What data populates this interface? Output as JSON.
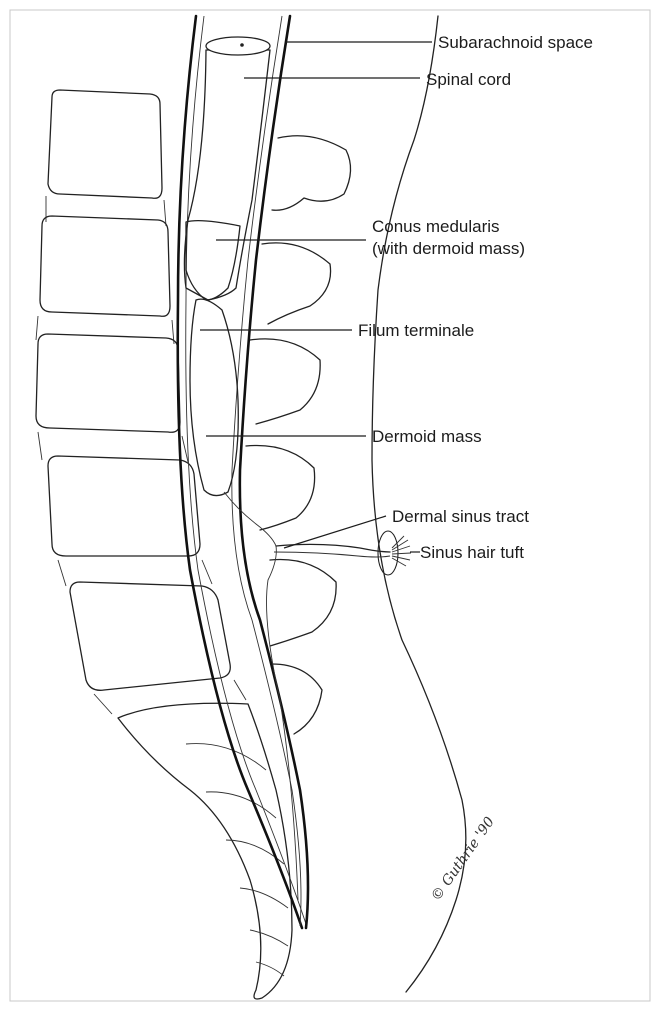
{
  "labels": {
    "subarachnoid_space": "Subarachnoid space",
    "spinal_cord": "Spinal cord",
    "conus_line1": "Conus medularis",
    "conus_line2": "(with dermoid mass)",
    "filum_terminale": "Filum terminale",
    "dermoid_mass": "Dermoid mass",
    "dermal_sinus_tract": "Dermal sinus tract",
    "sinus_hair_tuft": "Sinus hair tuft"
  },
  "signature": "© Guthrie '90",
  "colors": {
    "ink": "#222222",
    "paper": "#ffffff",
    "frame": "#c8c8c8"
  }
}
